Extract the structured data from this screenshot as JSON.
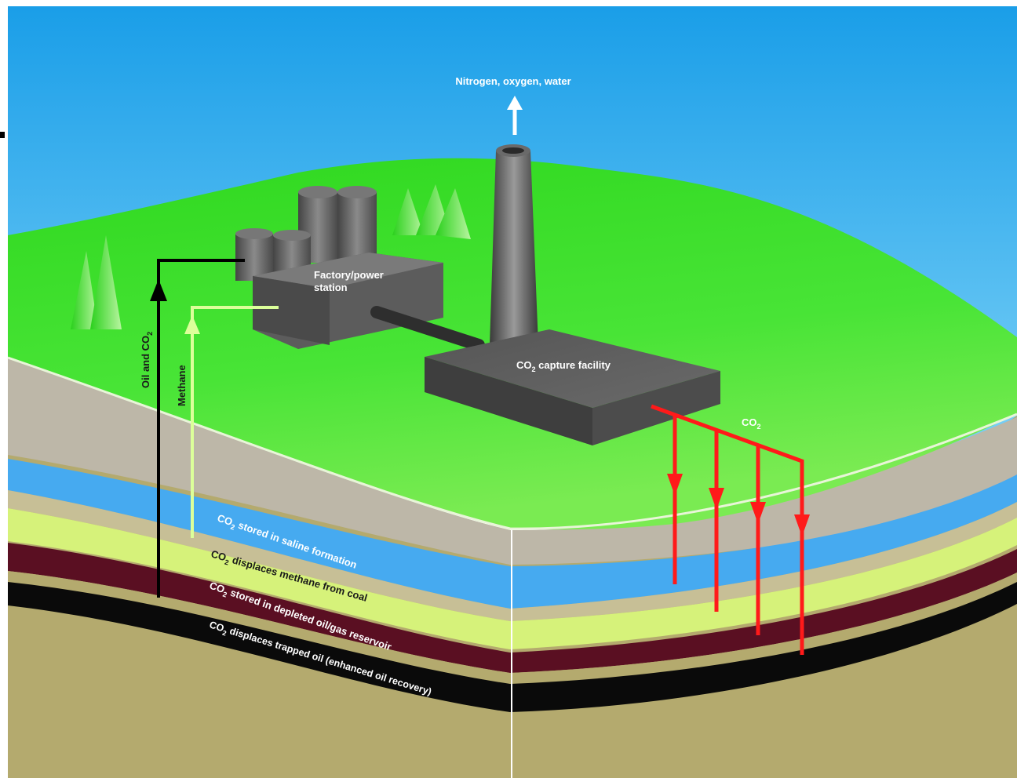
{
  "labels": {
    "exhaust": "Nitrogen, oxygen, water",
    "plant": [
      "Factory/power",
      "station"
    ],
    "capture": {
      "prefix": "CO",
      "sub": "2",
      "suffix": " capture facility"
    },
    "co2_pipe": {
      "prefix": "CO",
      "sub": "2"
    },
    "oil_co2": {
      "prefix": "Oil and CO",
      "sub": "2"
    },
    "methane": "Methane",
    "layers": [
      {
        "prefix": "CO",
        "sub": "2",
        "suffix": " stored in saline formation"
      },
      {
        "prefix": "CO",
        "sub": "2",
        "suffix": " displaces methane from coal"
      },
      {
        "prefix": "CO",
        "sub": "2",
        "suffix": " stored in depleted oil/gas reservoir"
      },
      {
        "prefix": "CO",
        "sub": "2",
        "suffix": " displaces trapped oil (enhanced oil recovery)"
      }
    ]
  },
  "colors": {
    "sky_top": "#1a9ee8",
    "sky_bottom": "#7fd3f8",
    "grass": "#3ee02e",
    "grass_light": "#9af07a",
    "soil": "#b4aa6e",
    "clay": "#bdb7a8",
    "saline": "#46aaf0",
    "coal_seam": "#d6f27a",
    "reservoir": "#5a0f22",
    "oil_layer": "#0a0a0a",
    "co2_arrow": "#ff1a1a",
    "methane_arrow": "#dcff9a",
    "oil_arrow": "#000000",
    "building": "#5c5c5c"
  }
}
